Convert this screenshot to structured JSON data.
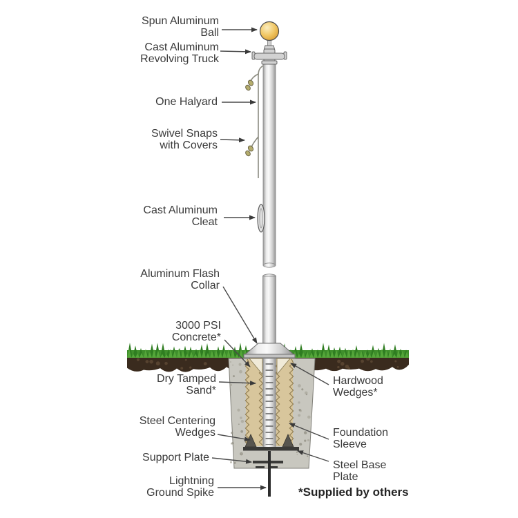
{
  "diagram": {
    "type": "flagpole-installation-cross-section",
    "footnote": "*Supplied by others",
    "labels": {
      "spun_aluminum_ball": {
        "line1": "Spun Aluminum",
        "line2": "Ball"
      },
      "cast_aluminum_revolving_truck": {
        "line1": "Cast Aluminum",
        "line2": "Revolving Truck"
      },
      "one_halyard": {
        "line1": "One Halyard",
        "line2": ""
      },
      "swivel_snaps": {
        "line1": "Swivel Snaps",
        "line2": "with Covers"
      },
      "cast_aluminum_cleat": {
        "line1": "Cast Aluminum",
        "line2": "Cleat"
      },
      "aluminum_flash_collar": {
        "line1": "Aluminum Flash",
        "line2": "Collar"
      },
      "concrete": {
        "line1": "3000 PSI",
        "line2": "Concrete*"
      },
      "dry_tamped_sand": {
        "line1": "Dry Tamped",
        "line2": "Sand*"
      },
      "steel_centering_wedges": {
        "line1": "Steel Centering",
        "line2": "Wedges"
      },
      "support_plate": {
        "line1": "Support Plate",
        "line2": ""
      },
      "lightning_ground_spike": {
        "line1": "Lightning",
        "line2": "Ground Spike"
      },
      "hardwood_wedges": {
        "line1": "Hardwood",
        "line2": "Wedges*"
      },
      "foundation_sleeve": {
        "line1": "Foundation",
        "line2": "Sleeve"
      },
      "steel_base_plate": {
        "line1": "Steel Base",
        "line2": "Plate"
      }
    },
    "colors": {
      "ball_gold": "#e8b54d",
      "pole_gray": "#d9d9d9",
      "grass_green": "#4a9a33",
      "soil_brown": "#3a2b1e",
      "concrete_gray": "#c8c7bf",
      "sand_tan": "#d8c69c",
      "hardware_dark": "#3a3a38",
      "label_text": "#3a3a3a"
    }
  }
}
